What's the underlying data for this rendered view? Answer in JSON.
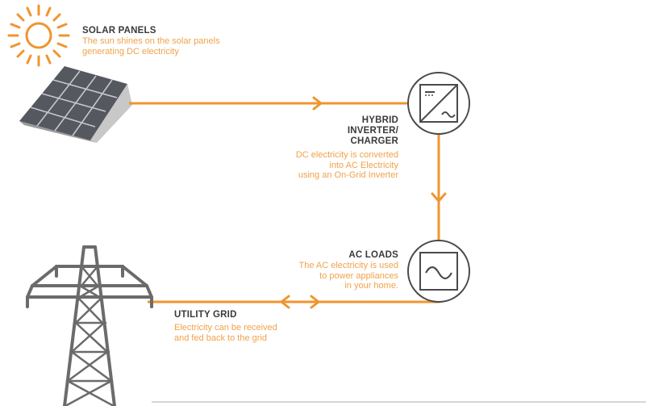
{
  "colors": {
    "accent": "#f0952f",
    "title_text": "#3a3a3a",
    "description_text": "#f0a24a",
    "panel_blue": "#4f5560",
    "tower_gray": "#6b6b6b"
  },
  "icons": {
    "sun": "sun-icon",
    "solar_panel": "solar-panel-icon",
    "inverter": "inverter-icon",
    "ac_load": "ac-load-icon",
    "tower": "transmission-tower-icon"
  },
  "solar_panels": {
    "title": "SOLAR PANELS",
    "desc_lines": [
      "The sun shines on the solar panels",
      "generating DC electricity"
    ]
  },
  "inverter": {
    "title_lines": [
      "HYBRID",
      "INVERTER/",
      "CHARGER"
    ],
    "desc_lines": [
      "DC electricity is converted",
      "into AC Electricity",
      "using an On-Grid Inverter"
    ]
  },
  "ac_loads": {
    "title": "AC LOADS",
    "desc_lines": [
      "The AC electricity is used",
      "to power appliances",
      "in your home."
    ]
  },
  "utility_grid": {
    "title": "UTILITY GRID",
    "desc_lines": [
      "Electricity can be received",
      "and fed back to the grid"
    ]
  }
}
